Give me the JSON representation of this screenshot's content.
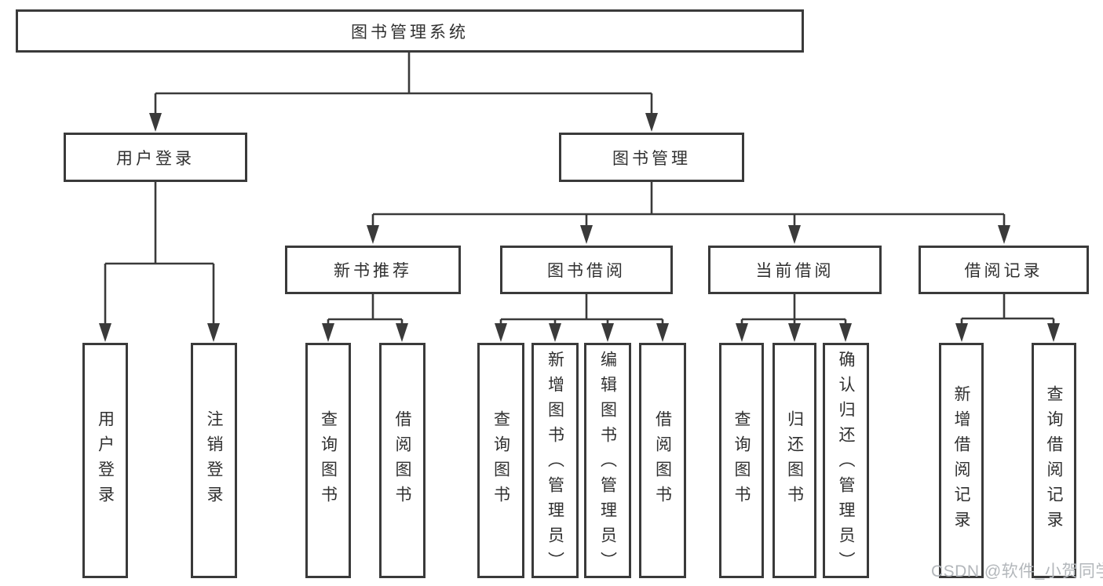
{
  "diagram": {
    "root": {
      "label": "图书管理系统"
    },
    "level2": {
      "user_login": {
        "label": "用户登录"
      },
      "book_mgmt": {
        "label": "图书管理"
      }
    },
    "level3": {
      "new_book": {
        "label": "新书推荐"
      },
      "borrowing": {
        "label": "图书借阅"
      },
      "current": {
        "label": "当前借阅"
      },
      "records": {
        "label": "借阅记录"
      }
    },
    "leaves": {
      "login_user": {
        "label": "用户登录"
      },
      "login_logout": {
        "label": "注销登录"
      },
      "newbook_query": {
        "label": "查询图书"
      },
      "newbook_borrow": {
        "label": "借阅图书"
      },
      "borrow_query": {
        "label": "查询图书"
      },
      "borrow_add": {
        "label": "新增图书（管理员）"
      },
      "borrow_edit": {
        "label": "编辑图书（管理员）"
      },
      "borrow_borrow": {
        "label": "借阅图书"
      },
      "current_query": {
        "label": "查询图书"
      },
      "current_return": {
        "label": "归还图书"
      },
      "current_confirm": {
        "label": "确认归还（管理员）"
      },
      "records_add": {
        "label": "新增借阅记录"
      },
      "records_query": {
        "label": "查询借阅记录"
      }
    }
  },
  "watermark": {
    "text": "CSDN @软件_小贺同学"
  },
  "colors": {
    "line": "#3a3a3a",
    "text": "#303030",
    "watermark": "#b3b7bb",
    "background": "#ffffff"
  }
}
